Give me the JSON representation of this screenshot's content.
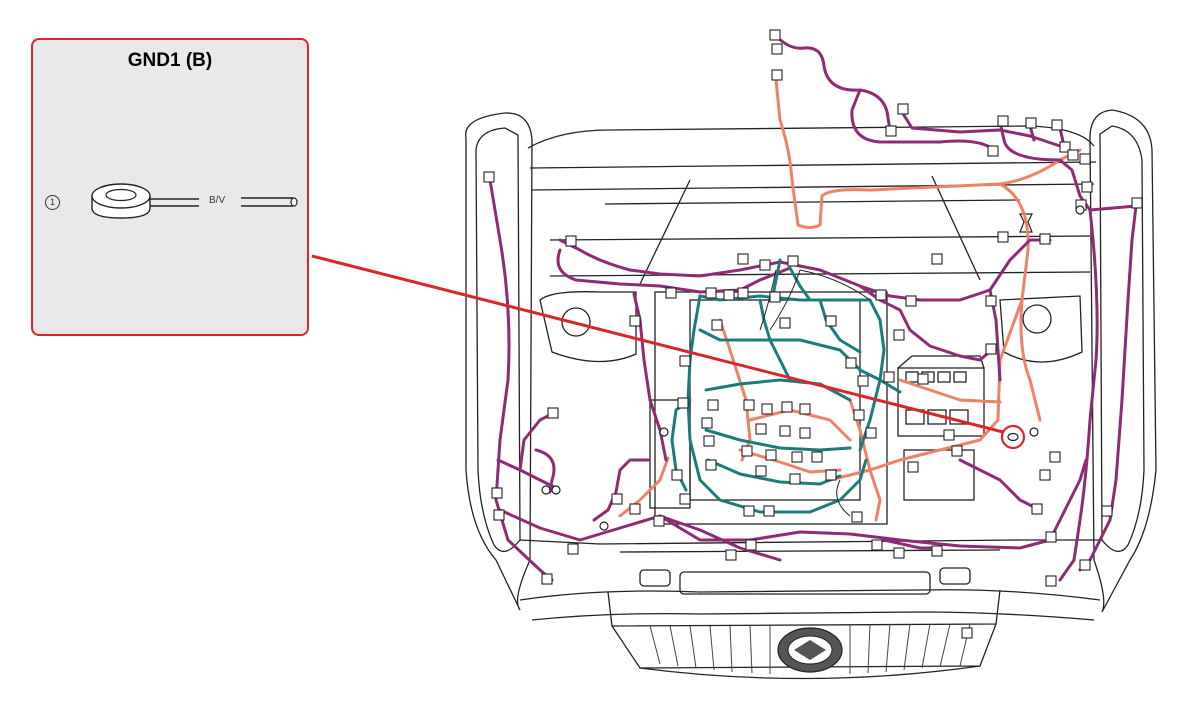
{
  "callout": {
    "title": "GND1 (B)",
    "pin_number": "1",
    "wire_color_code": "B/V"
  },
  "colors": {
    "callout_border": "#d8262c",
    "callout_bg": "#e9e9e9",
    "harness_main": "#8e2b74",
    "harness_engine": "#1c7b7b",
    "harness_secondary": "#ee8266",
    "outline": "#222222"
  }
}
